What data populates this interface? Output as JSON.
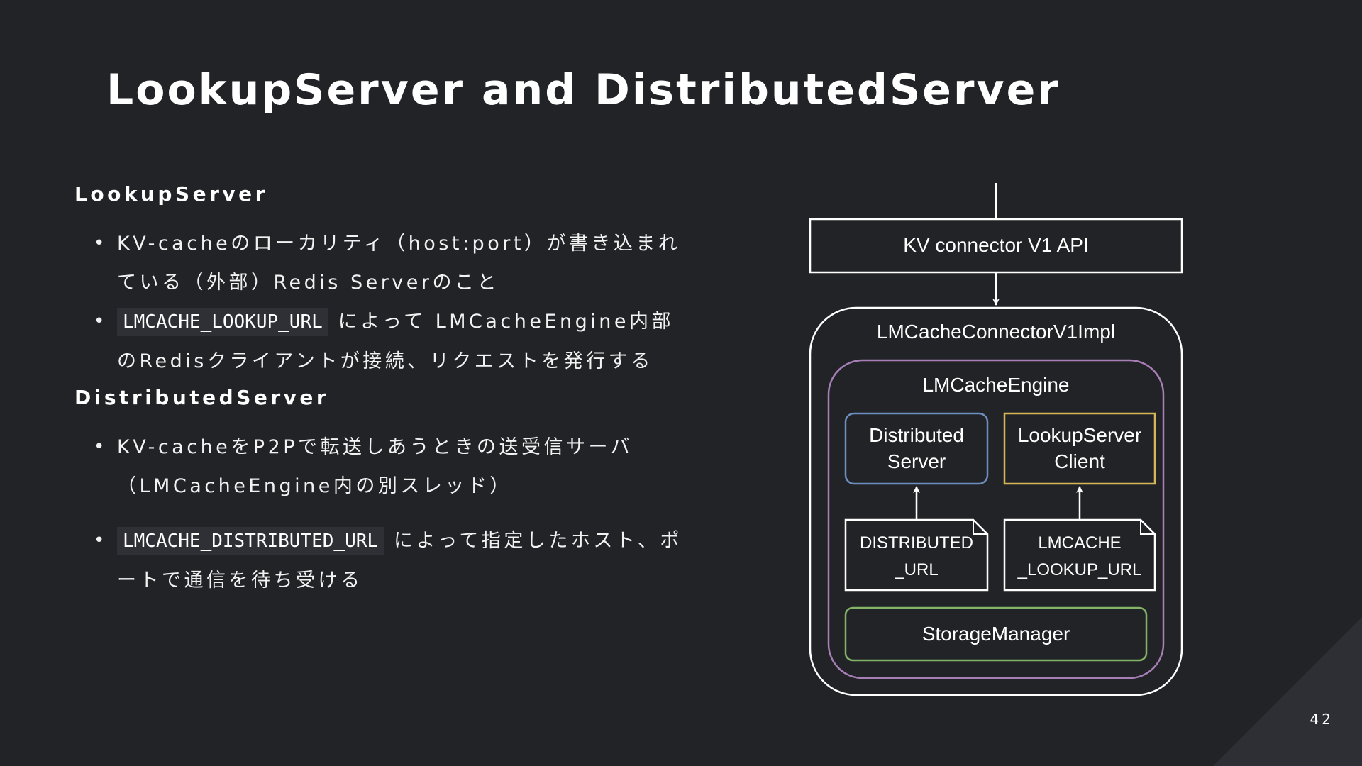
{
  "title": "LookupServer and DistributedServer",
  "sections": [
    {
      "heading": "LookupServer",
      "bullets": [
        {
          "text": "KV-cacheのローカリティ（host:port）が書き込まれている（外部）Redis Serverのこと"
        },
        {
          "code": "LMCACHE_LOOKUP_URL",
          "text": "によって LMCacheEngine内部のRedisクライアントが接続、リクエストを発行する"
        }
      ]
    },
    {
      "heading": "DistributedServer",
      "bullets": [
        {
          "text": "KV-cacheをP2Pで転送しあうときの送受信サーバ（LMCacheEngine内の別スレッド）"
        },
        {
          "code": "LMCACHE_DISTRIBUTED_URL",
          "text": "によって指定したホスト、ポートで通信を待ち受ける"
        }
      ]
    }
  ],
  "diagram": {
    "api_box": "KV connector V1 API",
    "connector_impl": "LMCacheConnectorV1Impl",
    "engine": "LMCacheEngine",
    "distributed_server": [
      "Distributed",
      "Server"
    ],
    "lookup_client": [
      "LookupServer",
      "Client"
    ],
    "distributed_url": [
      "DISTRIBUTED",
      "_URL"
    ],
    "lookup_url": [
      "LMCACHE",
      "_LOOKUP_URL"
    ],
    "storage_manager": "StorageManager",
    "colors": {
      "line": "#ffffff",
      "engine_border": "#a77fb6",
      "distributed_border": "#6c8ebf",
      "lookup_border": "#d6b656",
      "storage_border": "#82b366"
    }
  },
  "page_number": "42"
}
